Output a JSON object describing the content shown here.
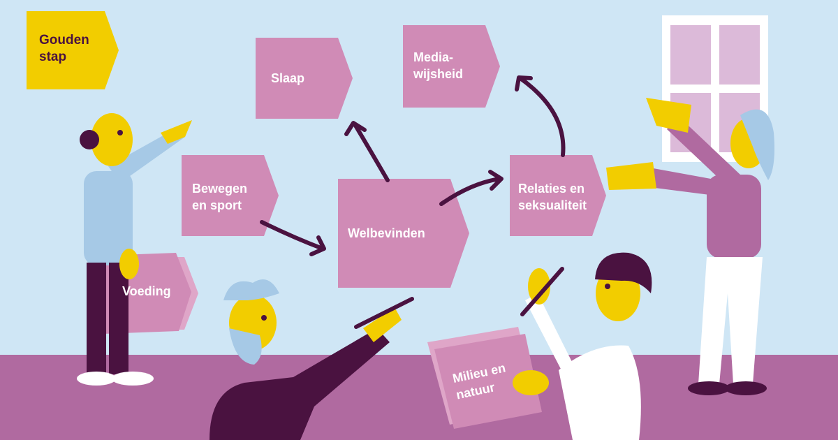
{
  "badge": {
    "label": "Gouden\nstap",
    "color": "#f2cd00"
  },
  "topics": {
    "slaap": "Slaap",
    "media": "Media-\nwijsheid",
    "bewegen": "Bewegen\nen sport",
    "welbevinden": "Welbevinden",
    "relaties": "Relaties en\nseksualiteit",
    "voeding": "Voeding",
    "milieu": "Milieu en\nnatuur"
  },
  "colors": {
    "wall": "#cfe6f5",
    "floor": "#b06aa0",
    "card": "#d08bb6",
    "arrow": "#4a1240",
    "skin": "#f2cd00"
  }
}
